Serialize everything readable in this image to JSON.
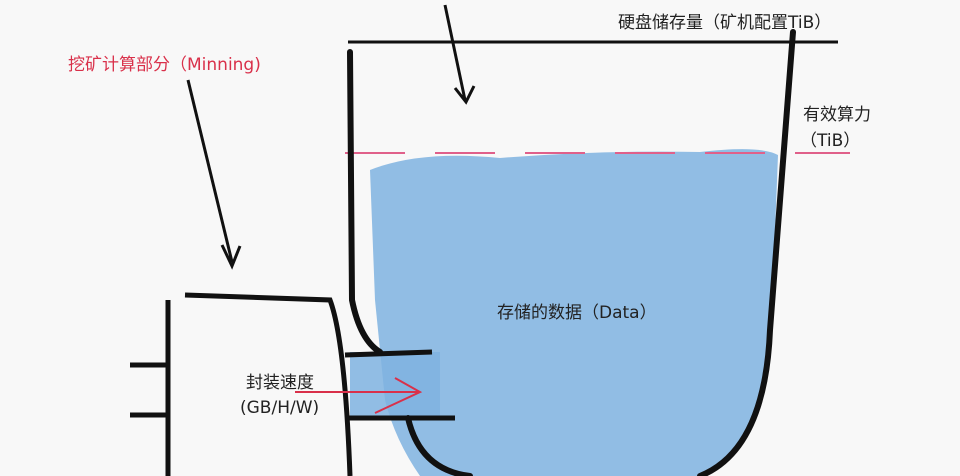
{
  "labels": {
    "storage_capacity": "硬盘储存量（矿机配置TiB）",
    "effective_power_line1": "有效算力",
    "effective_power_line2": "（TiB）",
    "mining_part": "挖矿计算部分（Minning)",
    "stored_data": "存储的数据（Data）",
    "sealing_speed_line1": "封装速度",
    "sealing_speed_line2": "(GB/H/W)"
  },
  "colors": {
    "water": "#7fb3e0",
    "accent": "#d9304a",
    "ink": "#111111"
  }
}
